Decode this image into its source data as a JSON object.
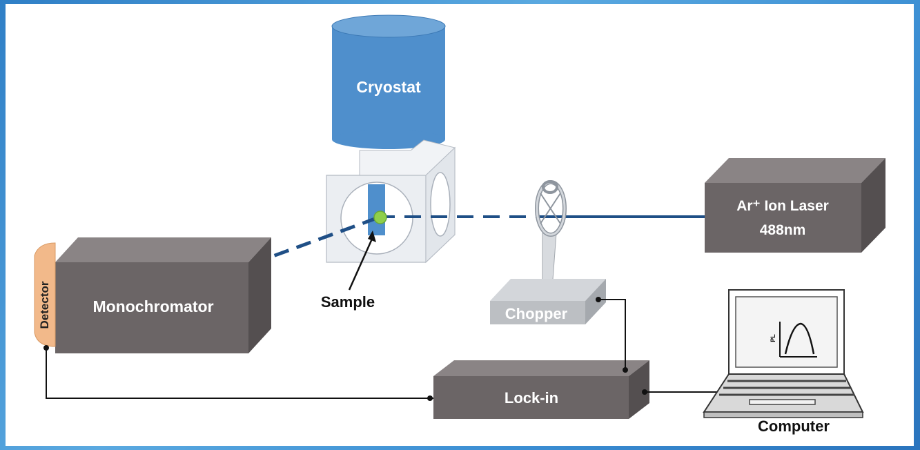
{
  "labels": {
    "cryostat": "Cryostat",
    "laser_line1": "Ar⁺ Ion Laser",
    "laser_line2": "488nm",
    "monochromator": "Monochromator",
    "detector": "Detector",
    "sample": "Sample",
    "chopper": "Chopper",
    "lockin": "Lock-in",
    "computer": "Computer",
    "screen_axis": "PL"
  },
  "colors": {
    "box_front": "#6b6566",
    "box_top": "#8a8485",
    "box_side": "#544f50",
    "cryostat": "#4f8fcc",
    "beam": "#1f4f86",
    "detector": "#f2b98a",
    "sample_dot": "#8fcf4a"
  }
}
